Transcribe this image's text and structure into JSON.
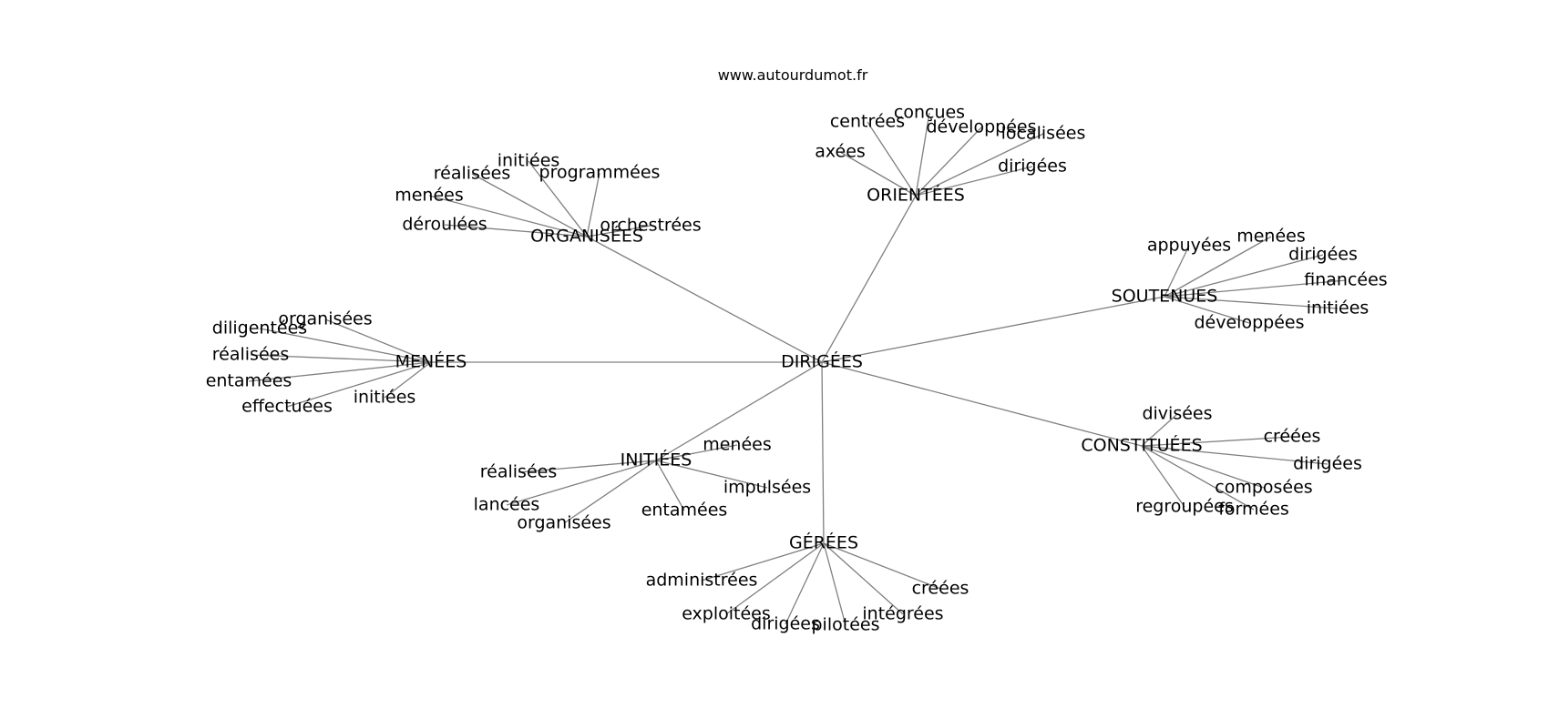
{
  "watermark": "www.autourdumot.fr",
  "graph": {
    "center": "DIRIGÉES",
    "hubs": [
      {
        "id": "h1",
        "label": "ORIENTÉES"
      },
      {
        "id": "h2",
        "label": "ORGANISÉES"
      },
      {
        "id": "h3",
        "label": "SOUTENUES"
      },
      {
        "id": "h4",
        "label": "MENÉES"
      },
      {
        "id": "h5",
        "label": "INITIÉES"
      },
      {
        "id": "h6",
        "label": "CONSTITUÉES"
      },
      {
        "id": "h7",
        "label": "GÉRÉES"
      }
    ],
    "leaves": [
      {
        "id": "h1-1",
        "hub": "h1",
        "label": "axées"
      },
      {
        "id": "h1-2",
        "hub": "h1",
        "label": "centrées"
      },
      {
        "id": "h1-3",
        "hub": "h1",
        "label": "conçues"
      },
      {
        "id": "h1-4",
        "hub": "h1",
        "label": "développées"
      },
      {
        "id": "h1-5",
        "hub": "h1",
        "label": "localisées"
      },
      {
        "id": "h1-6",
        "hub": "h1",
        "label": "dirigées"
      },
      {
        "id": "h2-1",
        "hub": "h2",
        "label": "initiées"
      },
      {
        "id": "h2-2",
        "hub": "h2",
        "label": "réalisées"
      },
      {
        "id": "h2-3",
        "hub": "h2",
        "label": "programmées"
      },
      {
        "id": "h2-4",
        "hub": "h2",
        "label": "menées"
      },
      {
        "id": "h2-5",
        "hub": "h2",
        "label": "déroulées"
      },
      {
        "id": "h2-6",
        "hub": "h2",
        "label": "orchestrées"
      },
      {
        "id": "h3-1",
        "hub": "h3",
        "label": "appuyées"
      },
      {
        "id": "h3-2",
        "hub": "h3",
        "label": "menées"
      },
      {
        "id": "h3-3",
        "hub": "h3",
        "label": "dirigées"
      },
      {
        "id": "h3-4",
        "hub": "h3",
        "label": "financées"
      },
      {
        "id": "h3-5",
        "hub": "h3",
        "label": "initiées"
      },
      {
        "id": "h3-6",
        "hub": "h3",
        "label": "développées"
      },
      {
        "id": "h4-1",
        "hub": "h4",
        "label": "organisées"
      },
      {
        "id": "h4-2",
        "hub": "h4",
        "label": "diligentées"
      },
      {
        "id": "h4-3",
        "hub": "h4",
        "label": "réalisées"
      },
      {
        "id": "h4-4",
        "hub": "h4",
        "label": "entamées"
      },
      {
        "id": "h4-5",
        "hub": "h4",
        "label": "effectuées"
      },
      {
        "id": "h4-6",
        "hub": "h4",
        "label": "initiées"
      },
      {
        "id": "h5-1",
        "hub": "h5",
        "label": "menées"
      },
      {
        "id": "h5-2",
        "hub": "h5",
        "label": "réalisées"
      },
      {
        "id": "h5-3",
        "hub": "h5",
        "label": "impulsées"
      },
      {
        "id": "h5-4",
        "hub": "h5",
        "label": "lancées"
      },
      {
        "id": "h5-5",
        "hub": "h5",
        "label": "entamées"
      },
      {
        "id": "h5-6",
        "hub": "h5",
        "label": "organisées"
      },
      {
        "id": "h6-1",
        "hub": "h6",
        "label": "divisées"
      },
      {
        "id": "h6-2",
        "hub": "h6",
        "label": "créées"
      },
      {
        "id": "h6-3",
        "hub": "h6",
        "label": "dirigées"
      },
      {
        "id": "h6-4",
        "hub": "h6",
        "label": "composées"
      },
      {
        "id": "h6-5",
        "hub": "h6",
        "label": "regroupées"
      },
      {
        "id": "h6-6",
        "hub": "h6",
        "label": "formées"
      },
      {
        "id": "h7-1",
        "hub": "h7",
        "label": "administrées"
      },
      {
        "id": "h7-2",
        "hub": "h7",
        "label": "créées"
      },
      {
        "id": "h7-3",
        "hub": "h7",
        "label": "exploitées"
      },
      {
        "id": "h7-4",
        "hub": "h7",
        "label": "intégrées"
      },
      {
        "id": "h7-5",
        "hub": "h7",
        "label": "dirigées"
      },
      {
        "id": "h7-6",
        "hub": "h7",
        "label": "pilotées"
      }
    ]
  }
}
